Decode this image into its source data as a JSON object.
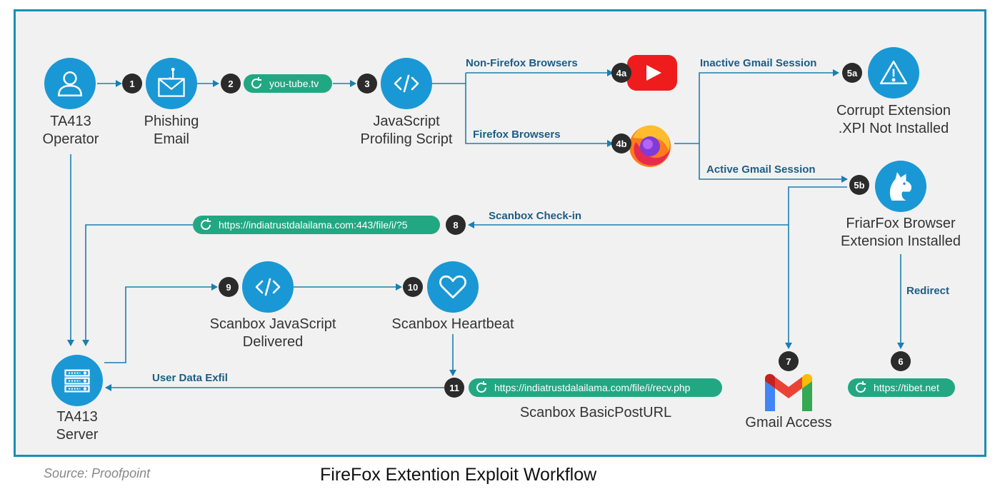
{
  "nodes": {
    "operator": {
      "lines": [
        "TA413",
        "Operator"
      ]
    },
    "phishing": {
      "lines": [
        "Phishing",
        "Email"
      ]
    },
    "profiling": {
      "lines": [
        "JavaScript",
        "Profiling Script"
      ]
    },
    "corrupt": {
      "lines": [
        "Corrupt Extension",
        ".XPI Not Installed"
      ]
    },
    "friarfox": {
      "lines": [
        "FriarFox Browser",
        "Extension Installed"
      ]
    },
    "scanbox_js": {
      "lines": [
        "Scanbox JavaScript",
        "Delivered"
      ]
    },
    "heartbeat": {
      "lines": [
        "Scanbox Heartbeat"
      ]
    },
    "server": {
      "lines": [
        "TA413",
        "Server"
      ]
    },
    "gmail": {
      "lines": [
        "Gmail Access"
      ]
    },
    "postlabel": {
      "lines": [
        "Scanbox BasicPostURL"
      ]
    }
  },
  "badges": [
    "1",
    "2",
    "3",
    "4a",
    "4b",
    "5a",
    "5b",
    "6",
    "7",
    "8",
    "9",
    "10",
    "11"
  ],
  "pills": {
    "youtube": "you-tube.tv",
    "checkin": "https://indiatrustdalailama.com:443/file/i/?5",
    "recv": "https://indiatrustdalailama.com/file/i/recv.php",
    "tibet": "https://tibet.net"
  },
  "edges": {
    "non_firefox": "Non-Firefox Browsers",
    "firefox": "Firefox Browsers",
    "inactive": "Inactive Gmail Session",
    "active": "Active Gmail Session",
    "checkin": "Scanbox Check-in",
    "redirect": "Redirect",
    "exfil": "User Data Exfil"
  },
  "footer": {
    "source": "Source: Proofpoint",
    "caption": "FireFox Extention Exploit Workflow"
  },
  "icons": {
    "operator": "user-icon",
    "phishing": "phishing-email-icon",
    "profiling": "code-icon",
    "youtube": "youtube-logo",
    "firefox": "firefox-logo",
    "corrupt": "warning-icon",
    "friarfox": "wolf-icon",
    "scanbox_js": "code-icon",
    "heartbeat": "heart-icon",
    "server": "server-icon",
    "gmail": "gmail-logo",
    "refresh": "refresh-icon"
  },
  "colors": {
    "node_blue": "#1a98d5",
    "pill_green": "#21a883",
    "edge_label": "#1c5d86",
    "line": "#1a7fb0",
    "badge": "#2b2b2b",
    "frame": "#1a8fb5"
  }
}
